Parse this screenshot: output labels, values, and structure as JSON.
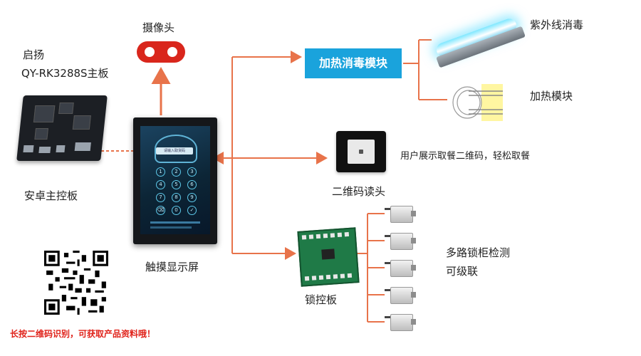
{
  "labels": {
    "qiyang": "启扬",
    "board_model": "QY-RK3288S主板",
    "android_board": "安卓主控板",
    "camera": "摄像头",
    "touch_screen": "触摸显示屏",
    "heating_module_box": "加热消毒模块",
    "uv": "紫外线消毒",
    "heating": "加热模块",
    "qr_reader_desc": "用户展示取餐二维码，轻松取餐",
    "qr_reader": "二维码读头",
    "lock_board": "锁控板",
    "lock_detect": "多路锁柜检测",
    "cascade": "可级联",
    "scan_hint": "长按二维码识别，可获取产品资料哦！"
  },
  "screen_ui": {
    "prompt": "请输入取货码",
    "keys": [
      "1",
      "2",
      "3",
      "4",
      "5",
      "6",
      "7",
      "8",
      "9",
      "⌫",
      "0",
      "✓"
    ]
  },
  "colors": {
    "arrow": "#e8734a",
    "accent": "#1aa3dc",
    "warning": "#e0221a",
    "camera": "#d9261c"
  }
}
